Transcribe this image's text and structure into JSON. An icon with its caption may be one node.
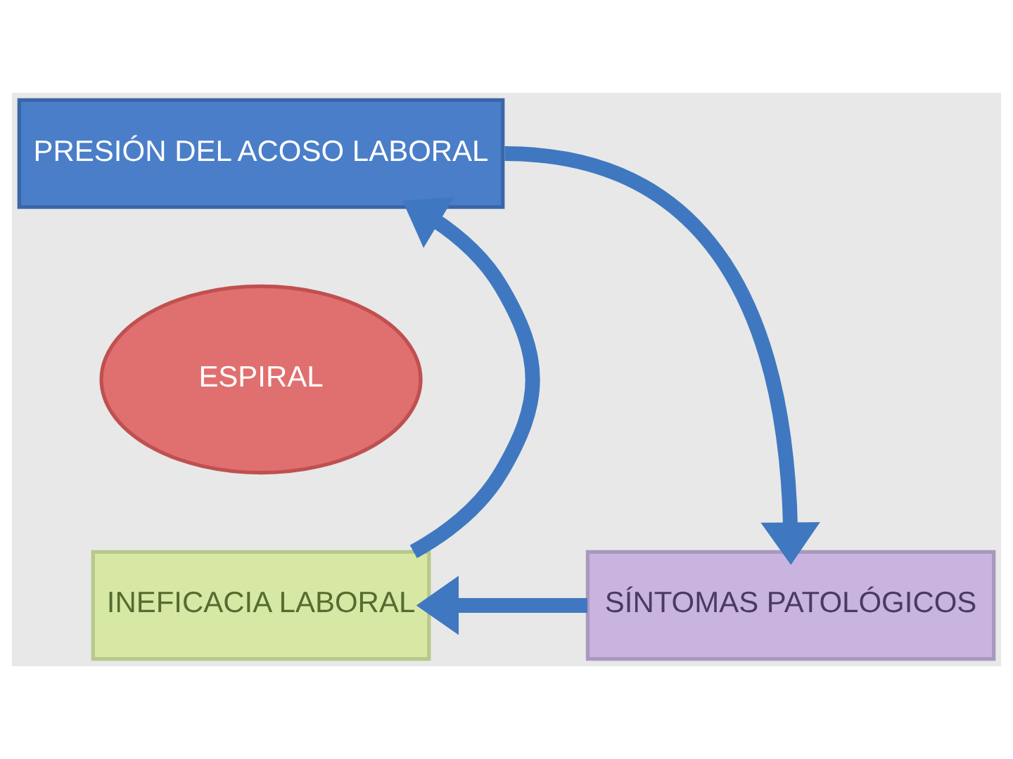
{
  "diagram": {
    "nodes": [
      {
        "text": [
          "PRESIÓN DEL ACOSO LABORAL"
        ]
      },
      {
        "text": [
          "ESPIRAL"
        ]
      },
      {
        "text": [
          "INEFICACIA LABORAL"
        ]
      },
      {
        "text": [
          "SÍNTOMAS PATOLÓGICOS"
        ]
      }
    ],
    "edges": [
      {
        "from": 0,
        "to": 3,
        "arrow": "to"
      },
      {
        "from": 3,
        "to": 2,
        "arrow": "to"
      },
      {
        "from": 2,
        "to": 0,
        "arrow": "to"
      }
    ]
  }
}
